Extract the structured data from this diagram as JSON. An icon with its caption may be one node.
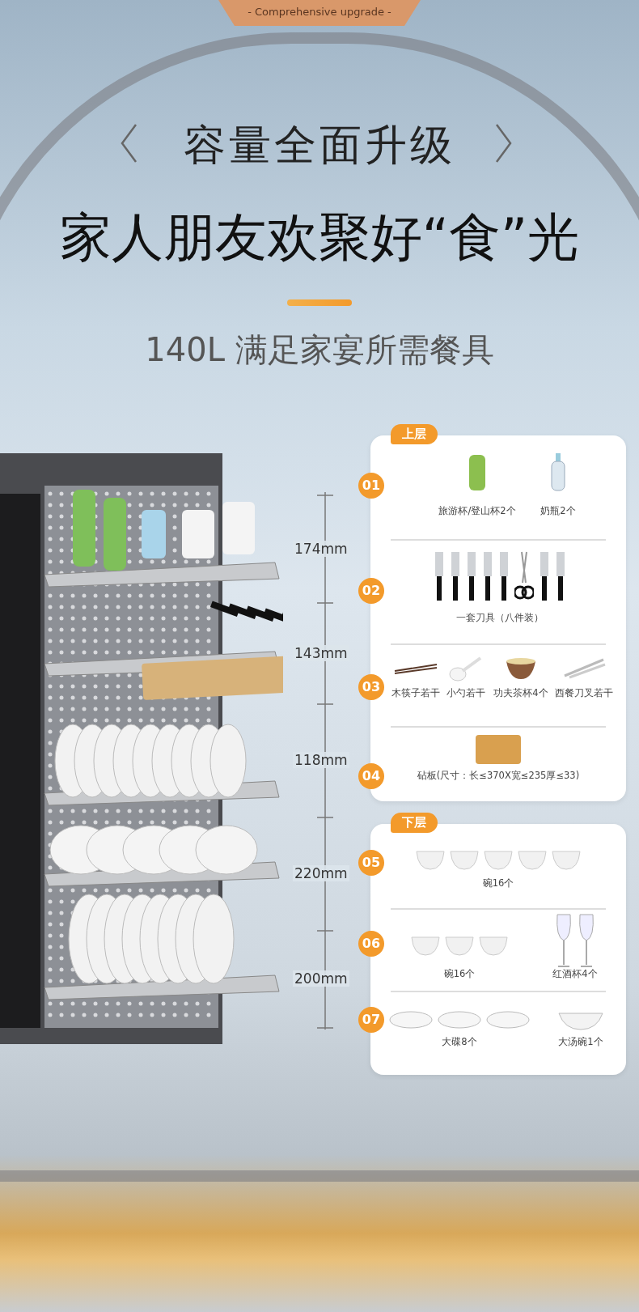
{
  "diagram": {
    "title": "容量全面升级",
    "nodes": [
      {
        "text": [
          "上层"
        ]
      },
      {
        "text": [
          "01",
          "旅游杯/登山杯2个",
          "奶瓶2个"
        ],
        "in": 0
      },
      {
        "text": [
          "02",
          "一套刀具（八件装）"
        ],
        "in": 0
      },
      {
        "text": [
          "03",
          "木筷子若干",
          "小勺若干",
          "功夫茶杯4个",
          "西餐刀叉若干"
        ],
        "in": 0
      },
      {
        "text": [
          "04",
          "砧板(尺寸：长≤370X宽≤235厚≤33)"
        ],
        "in": 0
      },
      {
        "text": [
          "下层"
        ]
      },
      {
        "text": [
          "05",
          "碗16个"
        ],
        "in": 5
      },
      {
        "text": [
          "06",
          "碗16个",
          "红酒杯4个"
        ],
        "in": 5
      },
      {
        "text": [
          "07",
          "大碟8个",
          "大汤碗1个"
        ],
        "in": 5
      }
    ],
    "labels": [
      "- Comprehensive upgrade -",
      "家人朋友欢聚好“食”光",
      "140L 满足家宴所需餐具",
      "174mm",
      "143mm",
      "118mm",
      "220mm",
      "200mm"
    ]
  }
}
